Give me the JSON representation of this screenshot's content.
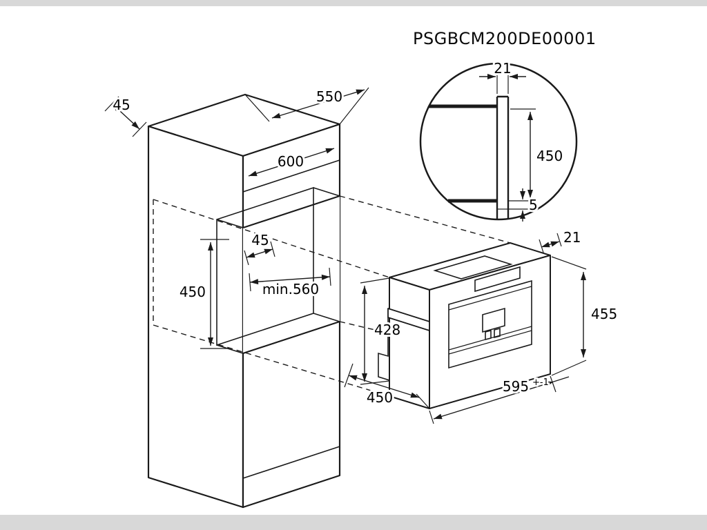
{
  "title": "PSGBCM200DE00001",
  "colors": {
    "line": "#1a1a1a",
    "text": "#000000",
    "band": "#d8d8d8",
    "background": "#ffffff"
  },
  "cabinet": {
    "overhang": "45",
    "depth": "550",
    "width": "600",
    "niche": {
      "height": "450",
      "front_strip": "45",
      "depth": "min.560"
    }
  },
  "detail_circle": {
    "frame_overlap": "21",
    "niche_height": "450",
    "bottom_gap": "5"
  },
  "appliance": {
    "frame_protrusion": "21",
    "total_height": "455",
    "body_height": "428",
    "width": "595",
    "width_tolerance": "+-1",
    "depth": "450"
  }
}
